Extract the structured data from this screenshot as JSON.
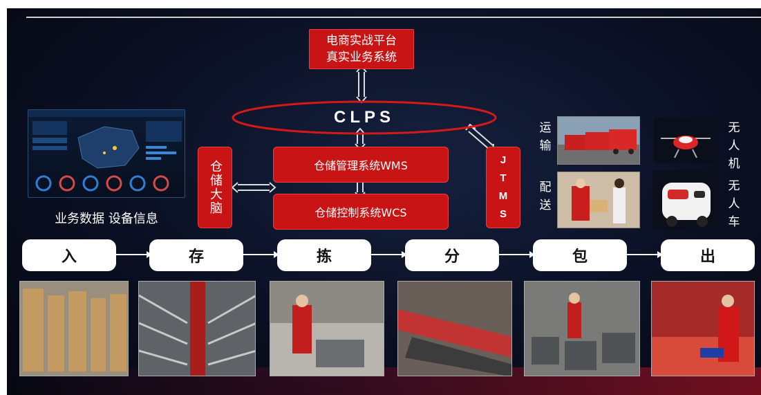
{
  "platform": {
    "line1": "电商实战平台",
    "line2": "真实业务系统"
  },
  "clps": "CLPS",
  "wms": "仓储管理系统WMS",
  "wcs": "仓储控制系统WCS",
  "brain": "仓储大脑",
  "jtms_letters": [
    "J",
    "T",
    "M",
    "S"
  ],
  "dashboard_caption": "业务数据 设备信息",
  "delivery": {
    "transport": "运输",
    "dispatch": "配送",
    "drone": "无人机",
    "unmanned_vehicle": "无人车"
  },
  "steps": [
    "入",
    "存",
    "拣",
    "分",
    "包",
    "出"
  ],
  "colors": {
    "accent_red": "#c81414",
    "background": "#0a0f22"
  }
}
